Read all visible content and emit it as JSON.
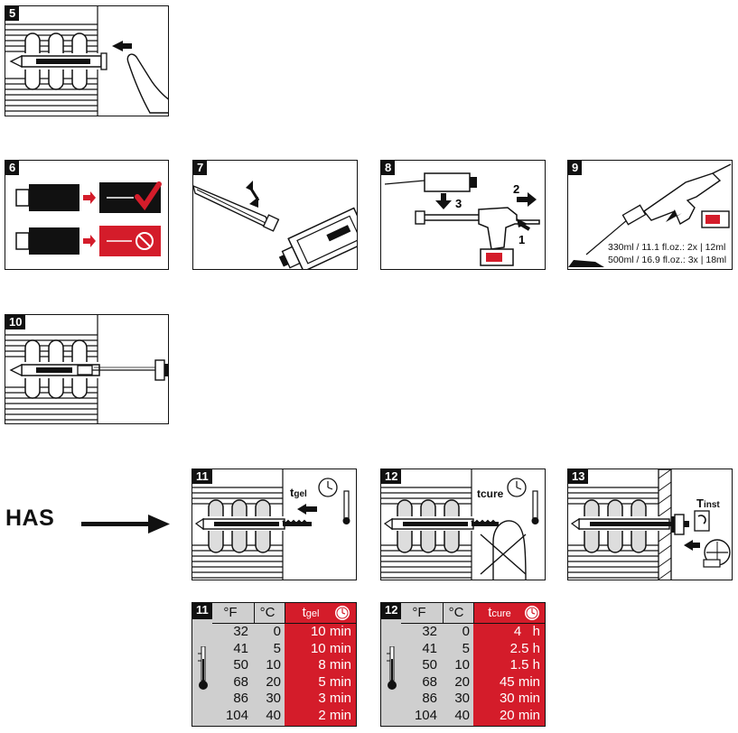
{
  "steps": {
    "s5": {
      "number": "5"
    },
    "s6": {
      "number": "6"
    },
    "s7": {
      "number": "7"
    },
    "s8": {
      "number": "8",
      "labels": [
        "3",
        "2",
        "1"
      ]
    },
    "s9": {
      "number": "9",
      "caption_1": "330ml / 11.1 fl.oz.: 2x | 12ml",
      "caption_2": "500ml / 16.9 fl.oz.: 3x | 18ml"
    },
    "s10": {
      "number": "10"
    },
    "s11": {
      "number": "11",
      "label_main": "t",
      "label_sub": "gel"
    },
    "s12": {
      "number": "12",
      "label": "tcure"
    },
    "s13": {
      "number": "13",
      "label_main": "T",
      "label_sub": "inst"
    }
  },
  "has_label": "HAS",
  "table_gel": {
    "number": "11",
    "col_f": "°F",
    "col_c": "°C",
    "col_t_main": "t",
    "col_t_sub": "gel",
    "rows": [
      {
        "f": "32",
        "c": "0",
        "t": "10 min"
      },
      {
        "f": "41",
        "c": "5",
        "t": "10 min"
      },
      {
        "f": "50",
        "c": "10",
        "t": "8 min"
      },
      {
        "f": "68",
        "c": "20",
        "t": "5 min"
      },
      {
        "f": "86",
        "c": "30",
        "t": "3 min"
      },
      {
        "f": "104",
        "c": "40",
        "t": "2 min"
      }
    ]
  },
  "table_cure": {
    "number": "12",
    "col_f": "°F",
    "col_c": "°C",
    "col_t_main": "t",
    "col_t_sub": "cure",
    "rows": [
      {
        "f": "32",
        "c": "0",
        "t": "4   h"
      },
      {
        "f": "41",
        "c": "5",
        "t": "2.5 h"
      },
      {
        "f": "50",
        "c": "10",
        "t": "1.5 h"
      },
      {
        "f": "68",
        "c": "20",
        "t": "45 min"
      },
      {
        "f": "86",
        "c": "30",
        "t": "30 min"
      },
      {
        "f": "104",
        "c": "40",
        "t": "20 min"
      }
    ]
  },
  "colors": {
    "accent_red": "#d41c2a",
    "table_grey": "#cfcfcf",
    "ink": "#111111"
  }
}
